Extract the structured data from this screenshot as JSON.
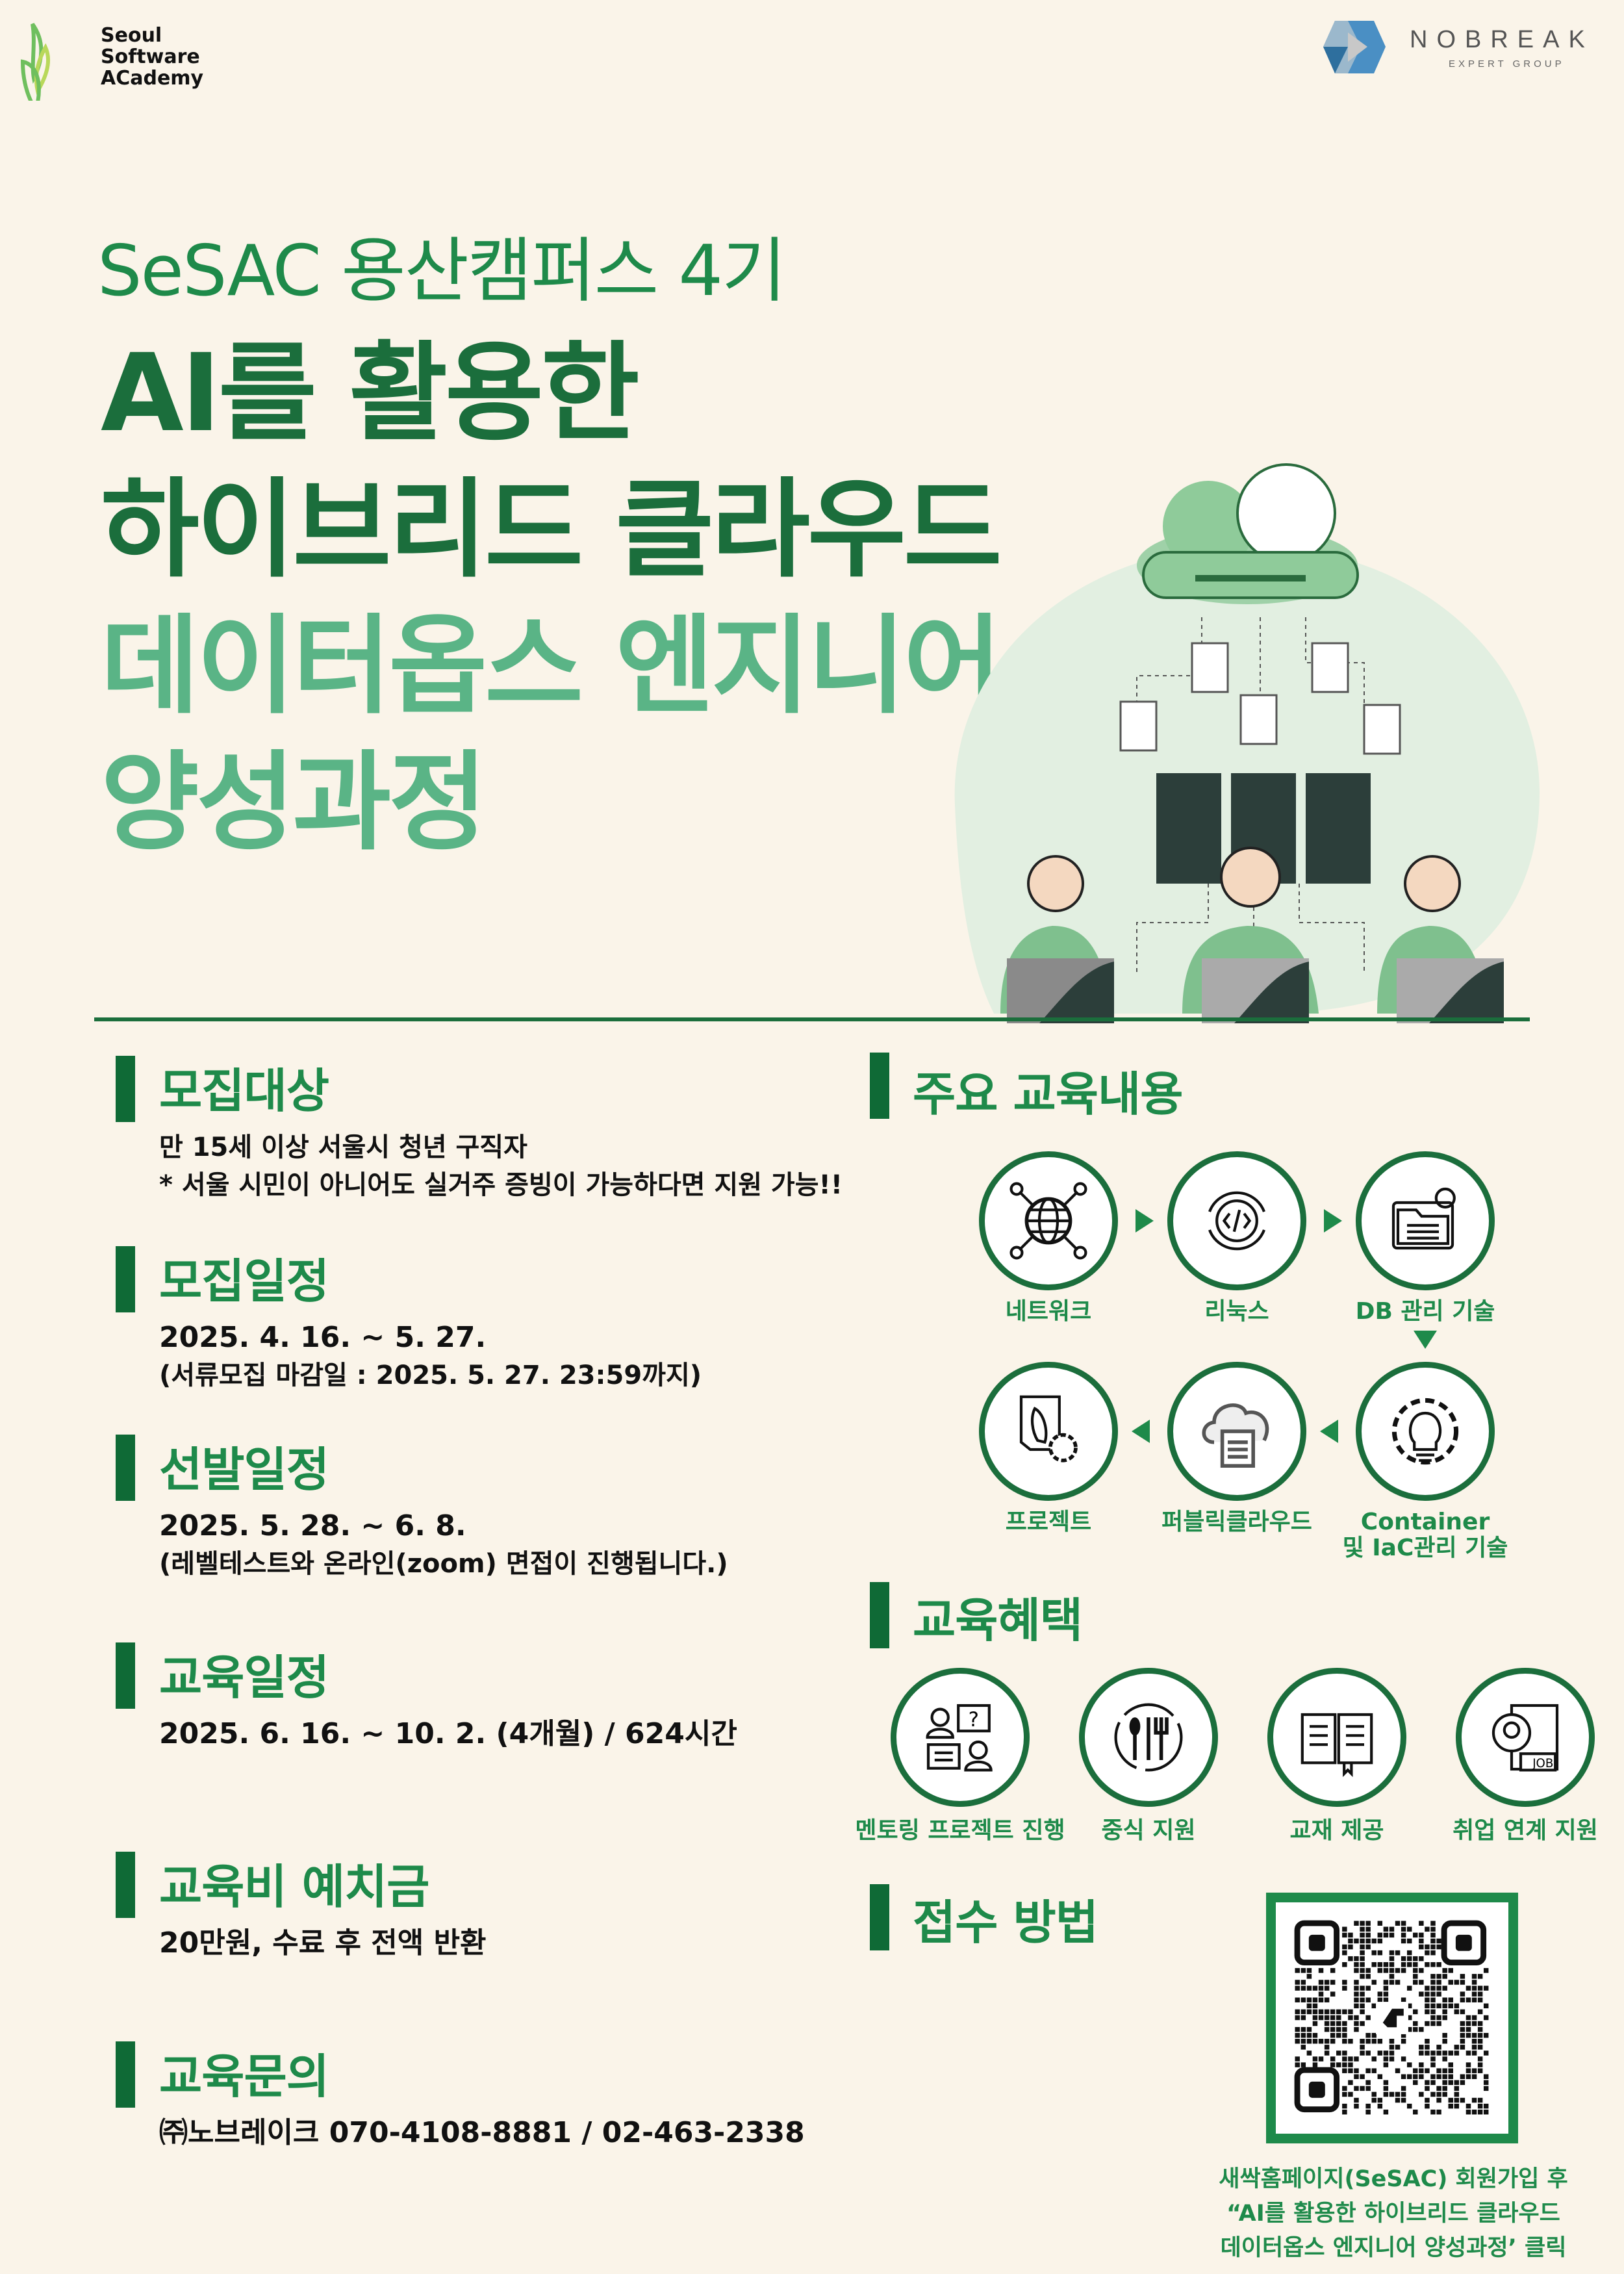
{
  "logos": {
    "sesac": {
      "text": [
        "Seoul",
        "Software",
        "ACademy"
      ],
      "colors": [
        "#6fbf5e",
        "#b9d85a"
      ]
    },
    "nobreak": {
      "name": "NOBREAK",
      "sub": "EXPERT GROUP",
      "color": "#4a8fc4"
    }
  },
  "hero": {
    "campus": "SeSAC 용산캠퍼스 4기",
    "title_lines": [
      "AI를 활용한",
      "하이브리드 클라우드",
      "데이터옵스 엔지니어",
      "양성과정"
    ]
  },
  "left_sections": [
    {
      "heading": "모집대상",
      "lines": [
        "만 15세 이상 서울시 청년 구직자",
        "* 서울 시민이 아니어도 실거주 증빙이 가능하다면 지원 가능!!"
      ]
    },
    {
      "heading": "모집일정",
      "lines": [
        "2025. 4. 16. ~  5. 27.",
        "(서류모집 마감일 : 2025. 5. 27. 23:59까지)"
      ]
    },
    {
      "heading": "선발일정",
      "lines": [
        "2025. 5. 28. ~ 6. 8.",
        "(레벨테스트와 온라인(zoom) 면접이 진행됩니다.)"
      ]
    },
    {
      "heading": "교육일정",
      "lines": [
        "2025. 6. 16. ~  10. 2. (4개월) / 624시간"
      ]
    },
    {
      "heading": "교육비 예치금",
      "lines": [
        "20만원, 수료 후 전액 반환"
      ]
    },
    {
      "heading": "교육문의",
      "lines": [
        "㈜노브레이크 070-4108-8881 / 02-463-2338"
      ]
    }
  ],
  "curriculum": {
    "heading": "주요 교육내용",
    "items": [
      {
        "label": "네트워크",
        "icon": "globe-network-icon"
      },
      {
        "label": "리눅스",
        "icon": "code-cycle-icon"
      },
      {
        "label": "DB 관리 기술",
        "icon": "folder-gear-icon"
      },
      {
        "label": "Container\n및 IaC관리 기술",
        "label_lines": [
          "Container",
          "및 IaC관리 기술"
        ],
        "icon": "gear-bulb-icon"
      },
      {
        "label": "퍼블릭클라우드",
        "icon": "cloud-server-icon"
      },
      {
        "label": "프로젝트",
        "icon": "rocket-document-icon"
      }
    ]
  },
  "benefits": {
    "heading": "교육혜택",
    "items": [
      {
        "label": "멘토링 프로젝트 진행",
        "icon": "mentoring-icon"
      },
      {
        "label": "중식 지원",
        "icon": "meal-icon"
      },
      {
        "label": "교재 제공",
        "icon": "book-icon"
      },
      {
        "label": "취업 연계 지원",
        "icon": "job-resume-icon"
      }
    ]
  },
  "apply": {
    "heading": "접수 방법",
    "caption": [
      "새싹홈페이지(SeSAC) 회원가입 후",
      "“AI를 활용한 하이브리드 클라우드",
      "데이터옵스 엔지니어 양성과정’ 클릭"
    ]
  },
  "colors": {
    "background": "#faf4e9",
    "dark_green": "#1b6e3c",
    "green": "#1e8a4a",
    "light_green": "#5ab486",
    "bar": "#0f6a36"
  }
}
